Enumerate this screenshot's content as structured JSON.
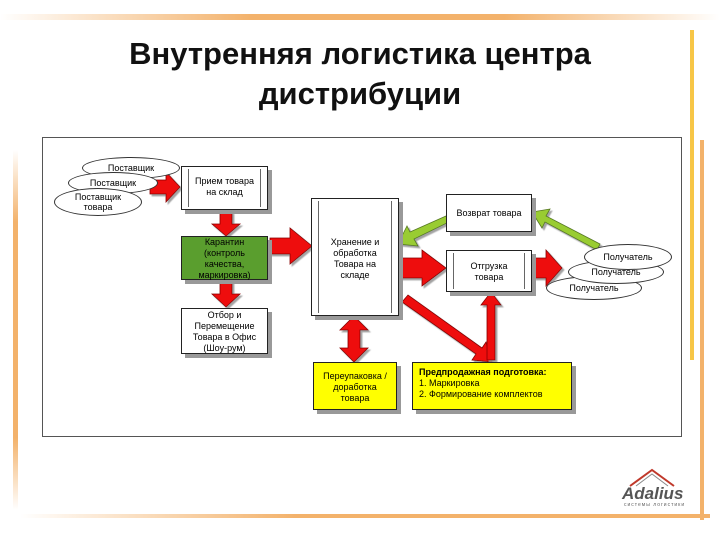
{
  "title_line1": "Внутренняя логистика центра",
  "title_line2": "дистрибуции",
  "suppliers": [
    "Поставщик",
    "Поставщик",
    "Поставщик товара"
  ],
  "boxes": {
    "reception": "Прием товара на склад",
    "quarantine": "Карантин (контроль качества, маркировка)",
    "picking": "Отбор и Перемещение Товара в Офис (Шоу-рум)",
    "storage": "Хранение и обработка Товара на складе",
    "returns": "Возврат товара",
    "shipment": "Отгрузка товара",
    "repacking": "Переупаковка /доработка товара"
  },
  "presale": {
    "heading": "Предпродажная подготовка:",
    "item1": "1. Маркировка",
    "item2": "2. Формирование комплектов"
  },
  "recipients": [
    "Получатель",
    "Получатель",
    "Получатель"
  ],
  "logo": {
    "name": "Adalius",
    "tagline": "системы логистики"
  },
  "colors": {
    "arrow_red": "#ee1111",
    "arrow_green": "#99cc33",
    "box_green": "#5a9e2e",
    "box_yellow": "#ffff00"
  }
}
